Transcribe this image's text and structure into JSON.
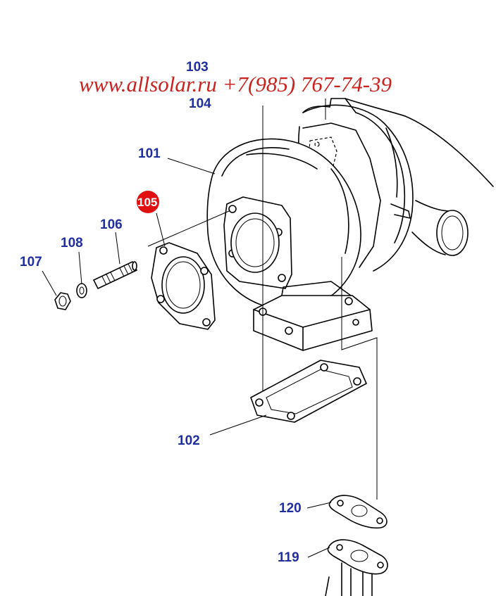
{
  "watermark": "www.allsolar.ru +7(985) 767-74-39",
  "callouts": {
    "c103": "103",
    "c104": "104",
    "c101": "101",
    "c105": "105",
    "c106": "106",
    "c108": "108",
    "c107": "107",
    "c102": "102",
    "c120": "120",
    "c119": "119"
  },
  "colors": {
    "callout_text": "#1f2fa0",
    "highlight_badge": "#e01010",
    "watermark": "#c8231f"
  },
  "icons": {
    "turbocharger": "turbocharger-icon",
    "gasket_round": "gasket-icon",
    "stud": "stud-bolt-icon",
    "washer": "washer-icon",
    "nut": "nut-icon"
  }
}
